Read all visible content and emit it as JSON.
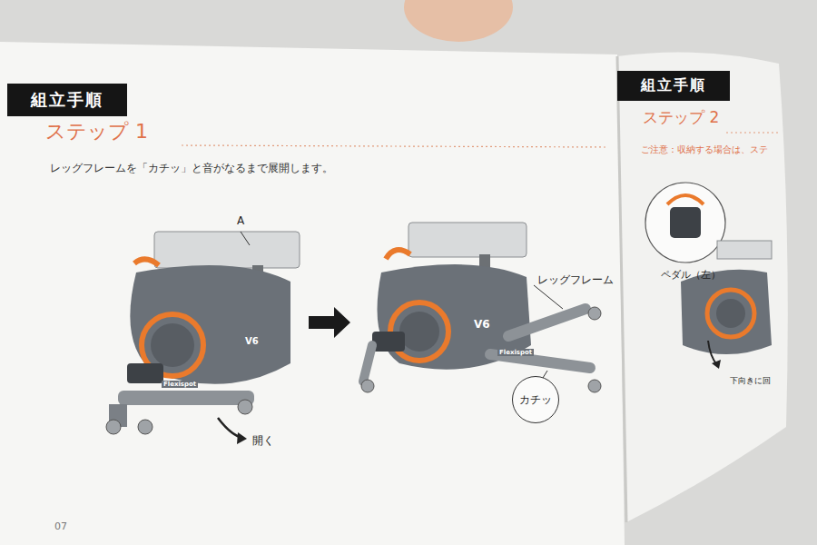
{
  "diagram": {
    "nodes": [
      {
        "text": [
          "組立手順"
        ]
      },
      {
        "text": [
          "組立手順"
        ]
      },
      {
        "text": [
          "カチッ"
        ]
      }
    ],
    "labels": [
      "ステップ 1",
      "レッグフレームを「カチッ」と音がなるまで展開します。",
      "A",
      "開く",
      "レッグフレーム",
      "07",
      "ステップ 2",
      "ご注意：収納する場合は、ステ",
      "ペダル（左）",
      "下向きに回",
      "Flexispot",
      "Flexispot",
      "V6",
      "V6"
    ]
  }
}
